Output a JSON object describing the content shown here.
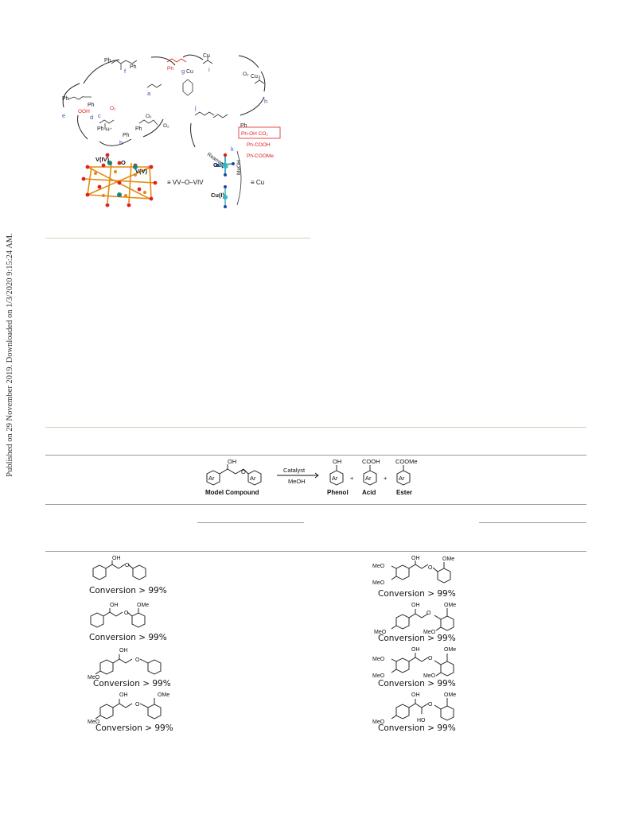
{
  "sidebar": {
    "download_note": "Published on 29 November 2019. Downloaded on 1/3/2020 9:15:24 AM."
  },
  "scheme": {
    "cycle_labels": {
      "a": "a",
      "b": "b",
      "c": "c",
      "d": "d",
      "e": "e",
      "f": "f",
      "g": "g",
      "h": "h",
      "i": "i",
      "j": "j",
      "k": "k"
    },
    "reagents": {
      "o2": "O₂",
      "o2_radical": "O₂",
      "hplus": "H⁺",
      "ooh": "OOH",
      "rearrange": "Rearrange",
      "meoh": "MeOH"
    },
    "product_g": "Ph",
    "cu_products": [
      "Ph-OH CO₂",
      "Ph-COOH",
      "Ph-COOMe"
    ],
    "cluster_labels": {
      "v4": "V(IV)",
      "o": "O",
      "v5": "V(V)",
      "vov": "≡ VV–O–VIV"
    },
    "cu_labels": {
      "cu2": "Cu(I)",
      "cu1": "Cu(I)",
      "cu_eq": "≡ Cu"
    }
  },
  "reaction": {
    "oh": "OH",
    "ar": "Ar",
    "cooh": "COOH",
    "coome": "COOMe",
    "catalyst": "Catalyst",
    "solvent": "MeOH",
    "plus": "+",
    "names": {
      "model": "Model Compound",
      "phenol": "Phenol",
      "acid": "Acid",
      "ester": "Ester"
    }
  },
  "substrates": {
    "left": [
      {
        "conversion": "Conversion > 99%"
      },
      {
        "conversion": "Conversion > 99%"
      },
      {
        "conversion": "Conversion > 99%"
      },
      {
        "conversion": "Conversion > 99%"
      }
    ],
    "right": [
      {
        "conversion": "Conversion > 99%"
      },
      {
        "conversion": "Conversion > 99%"
      },
      {
        "conversion": "Conversion > 99%"
      },
      {
        "conversion": "Conversion > 99%"
      }
    ],
    "labels": {
      "oh": "OH",
      "ome": "OMe",
      "meo": "MeO",
      "ho": "HO"
    }
  }
}
